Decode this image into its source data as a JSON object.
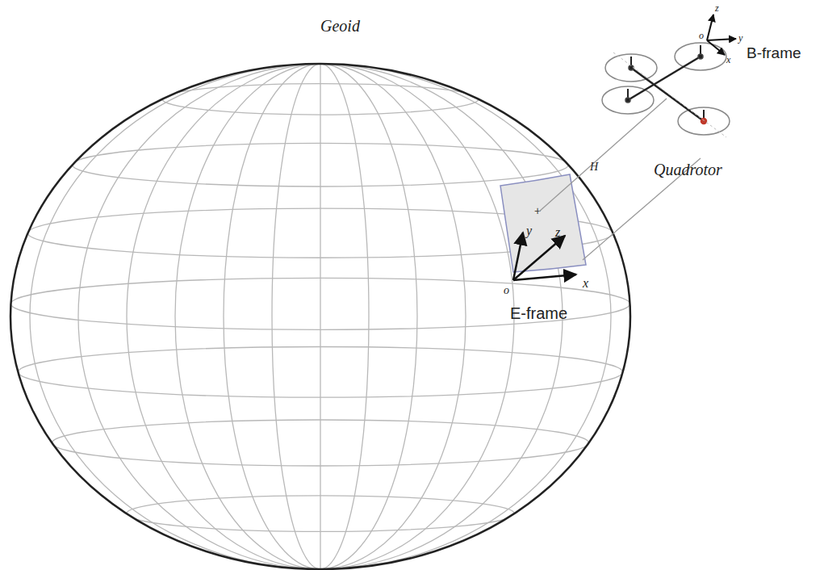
{
  "diagram": {
    "labels": [
      "Geoid",
      "B-frame",
      "o",
      "z",
      "y",
      "x",
      "Quadrotor",
      "H",
      "y",
      "z",
      "x",
      "o",
      "E-frame"
    ]
  }
}
